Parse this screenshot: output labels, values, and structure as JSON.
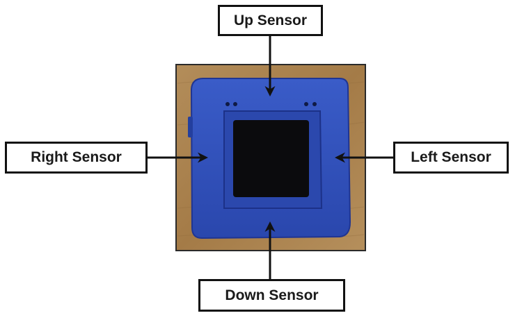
{
  "labels": {
    "up": "Up Sensor",
    "right": "Right Sensor",
    "left": "Left Sensor",
    "down": "Down Sensor"
  },
  "colors": {
    "device_body": "#2f4fb8",
    "device_edge": "#1f3592",
    "screen": "#0b0b0d",
    "background_wood": "#a9824f",
    "arrow": "#111111"
  }
}
